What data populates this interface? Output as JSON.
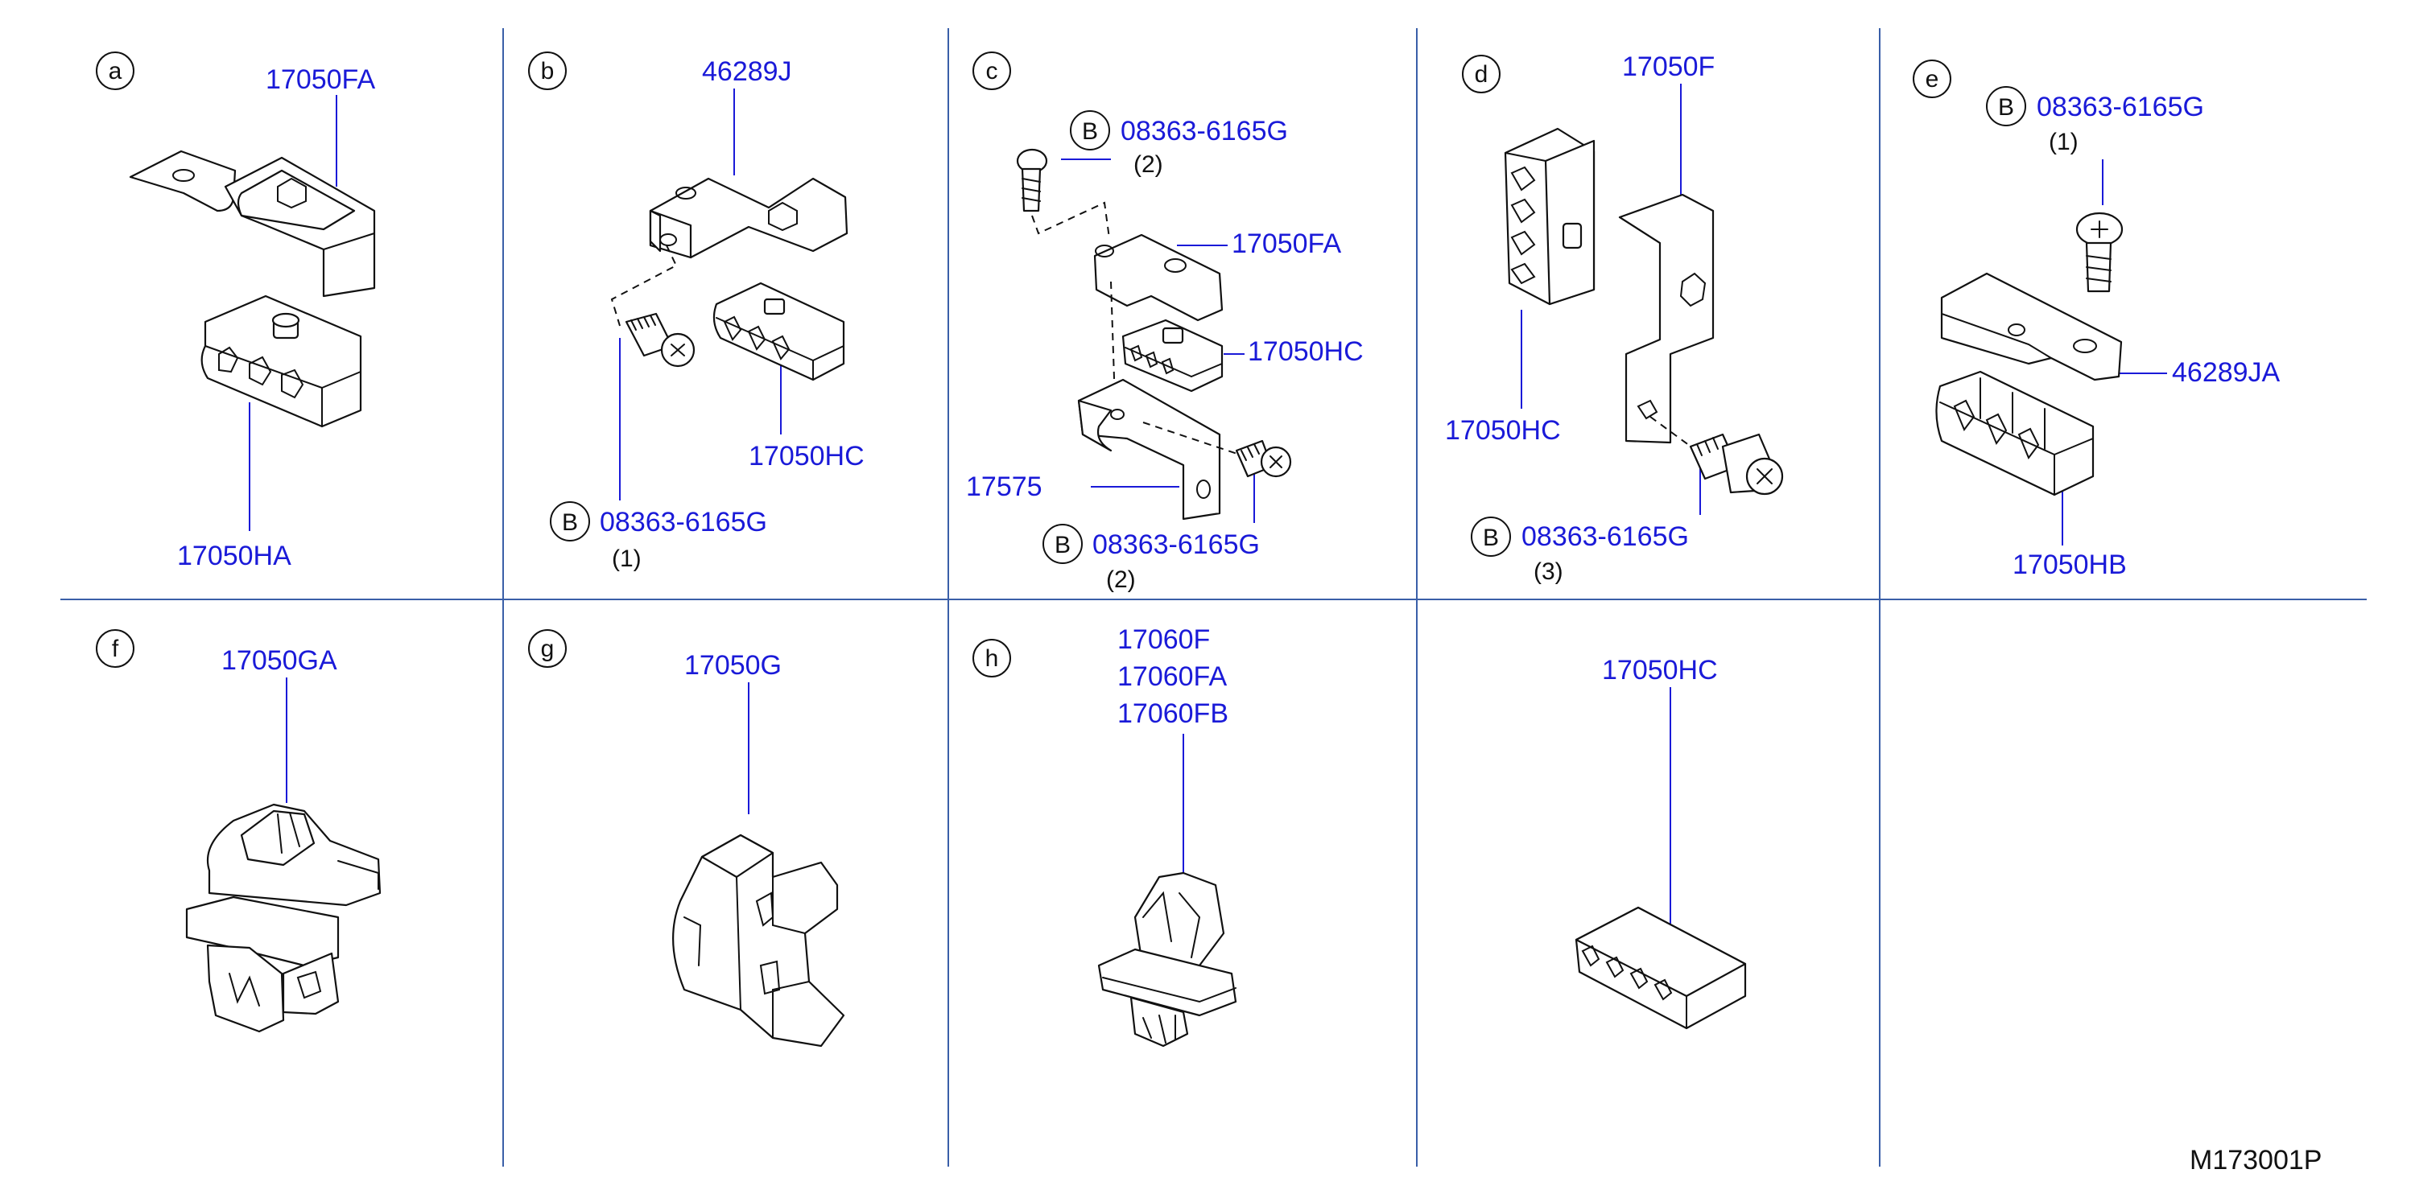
{
  "drawing_code": "M173001P",
  "bolt_marker": "B",
  "panels": [
    {
      "letter": "a",
      "parts": [
        "17050FA",
        "17050HA"
      ],
      "bolt": null,
      "qty": null
    },
    {
      "letter": "b",
      "parts": [
        "46289J",
        "17050HC"
      ],
      "bolt": "08363-6165G",
      "qty": "(1)"
    },
    {
      "letter": "c",
      "parts": [
        "17050FA",
        "17050HC",
        "17575"
      ],
      "bolt_top": "08363-6165G",
      "qty_top": "(2)",
      "bolt": "08363-6165G",
      "qty": "(2)"
    },
    {
      "letter": "d",
      "parts": [
        "17050F",
        "17050HC"
      ],
      "bolt": "08363-6165G",
      "qty": "(3)"
    },
    {
      "letter": "e",
      "parts": [
        "46289JA",
        "17050HB"
      ],
      "bolt": "08363-6165G",
      "qty": "(1)"
    },
    {
      "letter": "f",
      "parts": [
        "17050GA"
      ]
    },
    {
      "letter": "g",
      "parts": [
        "17050G"
      ]
    },
    {
      "letter": "h",
      "parts": [
        "17060F",
        "17060FA",
        "17060FB"
      ]
    },
    {
      "letter": "",
      "parts": [
        "17050HC"
      ]
    }
  ]
}
